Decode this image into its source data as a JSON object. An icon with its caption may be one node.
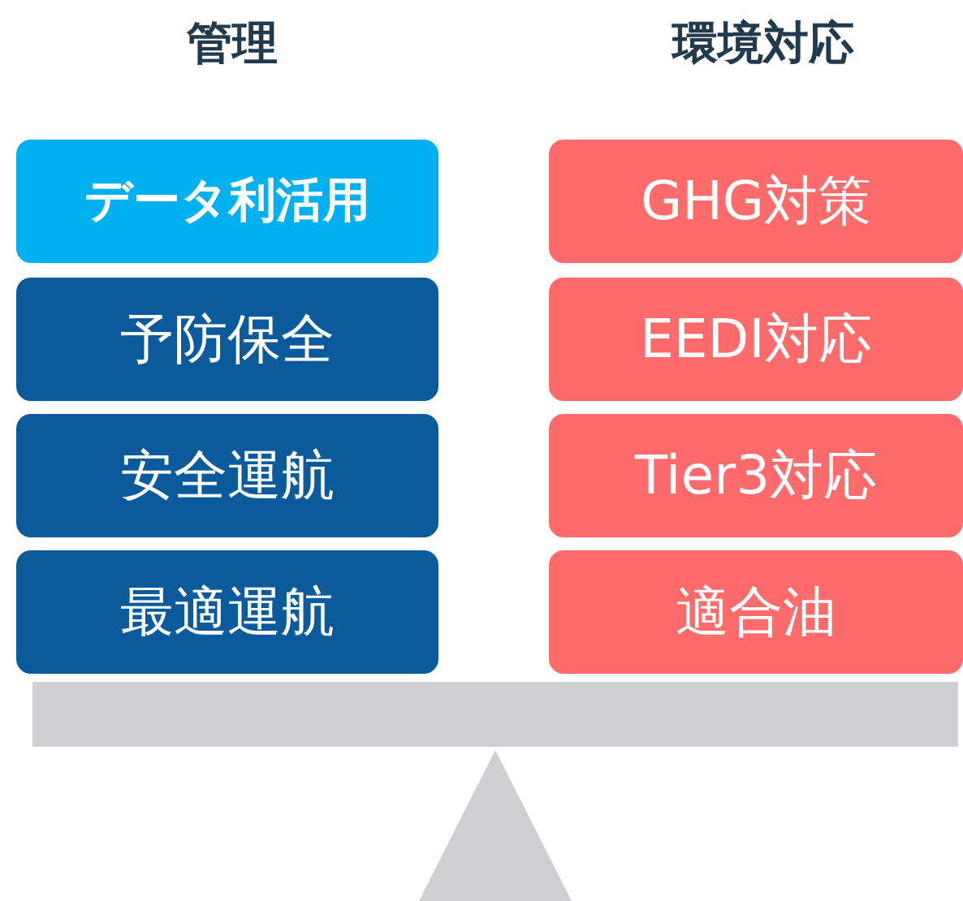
{
  "diagram": {
    "nodes": [
      {
        "text": [
          "データ利活用"
        ]
      },
      {
        "text": [
          "予防保全"
        ]
      },
      {
        "text": [
          "安全運航"
        ]
      },
      {
        "text": [
          "最適運航"
        ]
      },
      {
        "text": [
          "GHG対策"
        ]
      },
      {
        "text": [
          "EEDI対応"
        ]
      },
      {
        "text": [
          "Tier3対応"
        ]
      },
      {
        "text": [
          "適合油"
        ]
      }
    ],
    "labels": [
      "管理",
      "環境対応"
    ]
  }
}
